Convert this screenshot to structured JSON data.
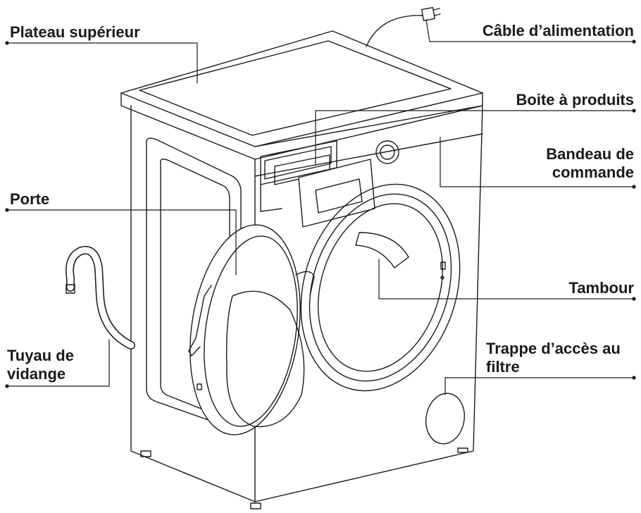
{
  "labels": {
    "plateau": "Plateau supérieur",
    "cable": "Câble d’alimentation",
    "boite": "Boite à produits",
    "bandeau_1": "Bandeau de",
    "bandeau_2": "commande",
    "porte": "Porte",
    "tambour": "Tambour",
    "trappe_1": "Trappe d’accès au",
    "trappe_2": "filtre",
    "tuyau_1": "Tuyau de",
    "tuyau_2": "vidange"
  },
  "colors": {
    "ink": "#1a1a1a",
    "background": "#ffffff"
  }
}
